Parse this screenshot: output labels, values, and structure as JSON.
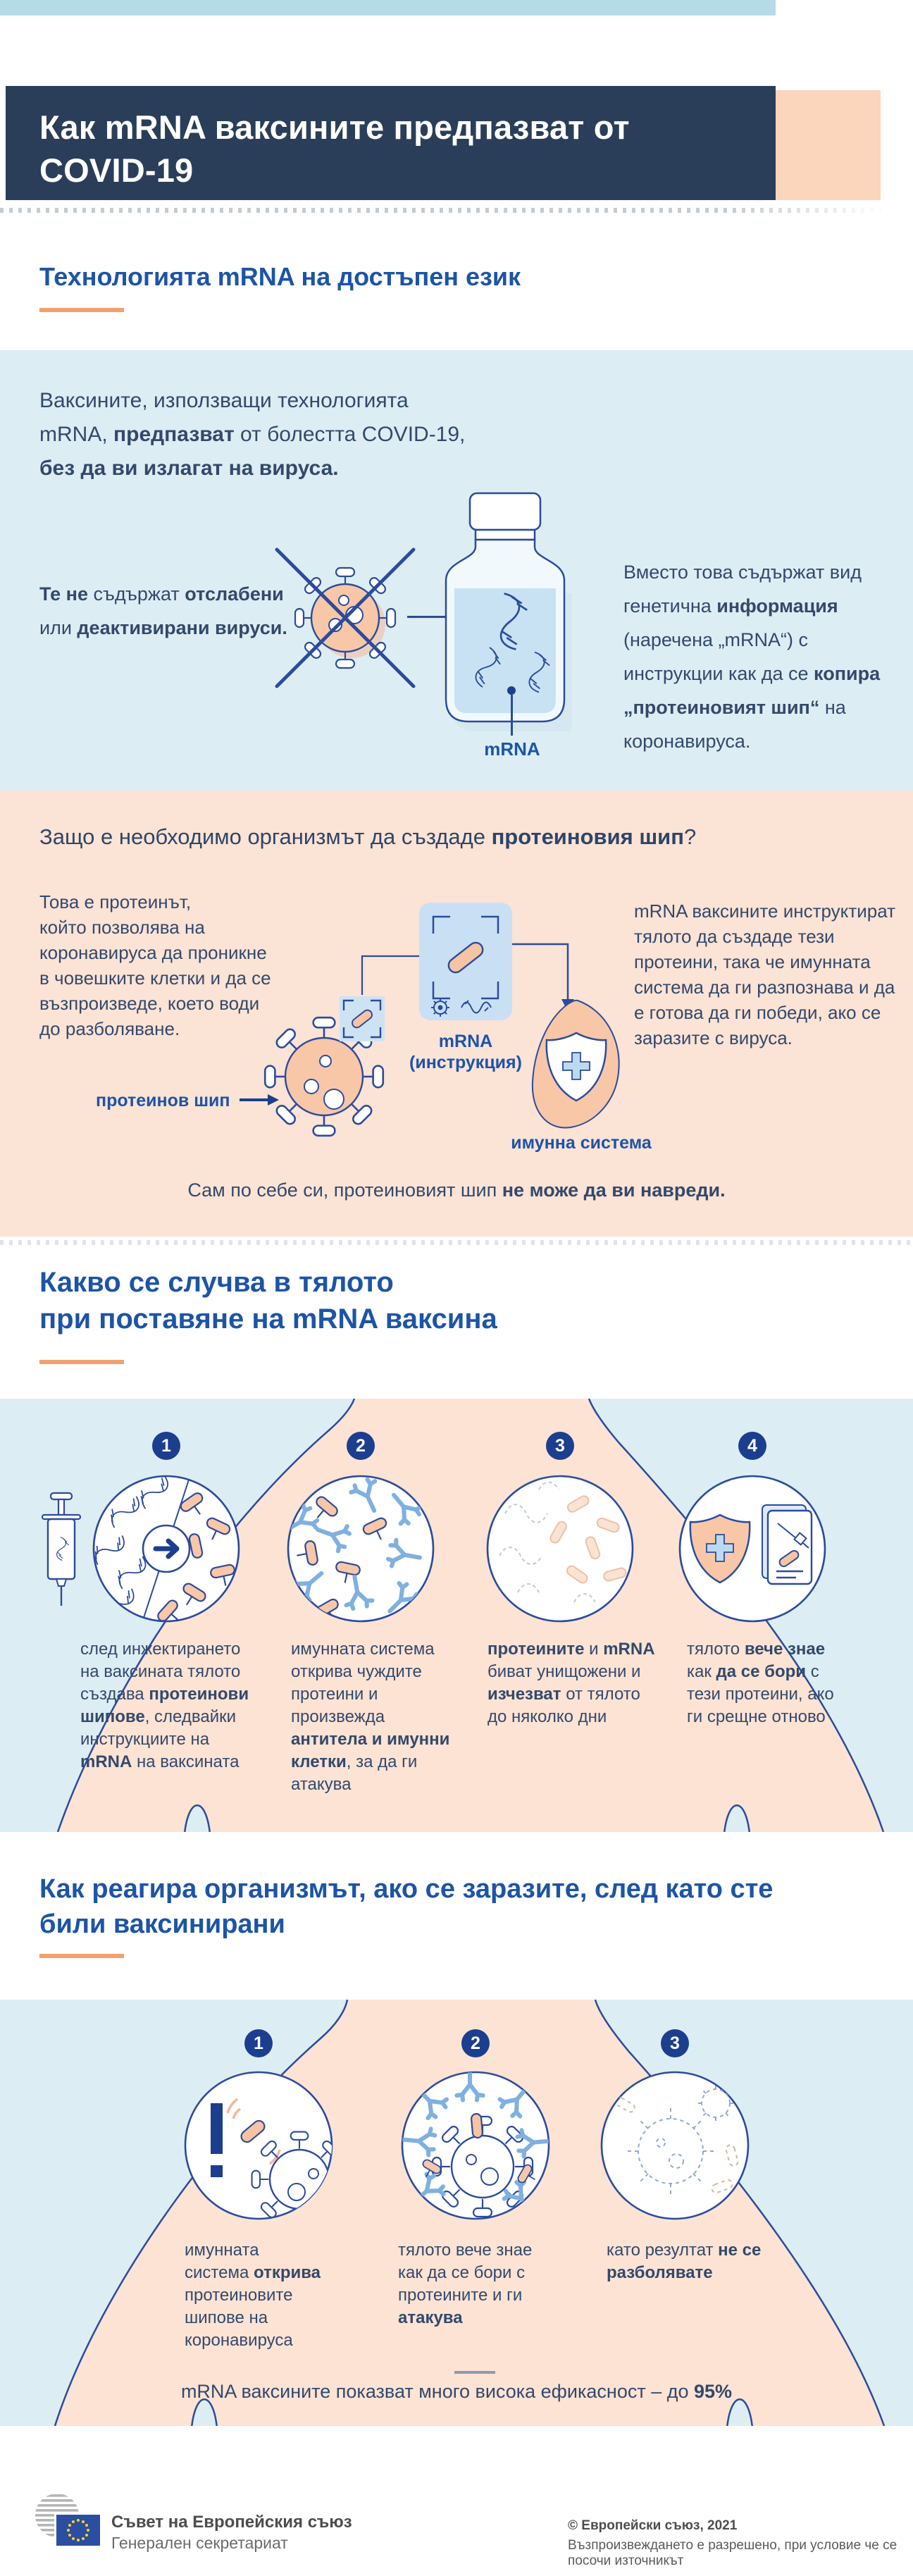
{
  "colors": {
    "navy_header": "#2b3e59",
    "teal_accent": "#b5dce6",
    "peach_accent": "#fcd5bd",
    "peach_bg": "#fbe3d5",
    "light_blue_bg": "#dceef3",
    "heading_blue": "#1d54a6",
    "text_navy": "#33496b",
    "outline_navy": "#2c4b9b",
    "accent_orange": "#f2a06e",
    "number_navy": "#1c3e8e",
    "capsule_peach": "#f8c7a8",
    "antibody_blue": "#7fb0e0",
    "flag_blue": "#2b4ea0",
    "star_yellow": "#ffd617"
  },
  "icons": {
    "crossed_virus": "coronavirus crossed out with X",
    "vaccine_vial": "vaccine vial with mRNA strands",
    "coronavirus": "coronavirus with spike proteins",
    "mrna_card": "mRNA instruction card with spike protein, gear and wave",
    "immune_shield": "shield with medical cross on immune blob",
    "syringe": "vaccine syringe",
    "antibody": "Y-shaped antibody",
    "exclamation": "exclamation mark alert",
    "vaccination_card": "vaccination record card",
    "council_logo": "Council of the EU logo with EU flag"
  },
  "header": {
    "title": [
      {
        "t": "Как mRNA ваксините предпазват от"
      },
      {
        "br": 1
      },
      {
        "t": "COVID-19"
      }
    ]
  },
  "tech": {
    "heading": "Технологията mRNA на достъпен език",
    "intro": [
      {
        "t": "Ваксините, използващи технологията"
      },
      {
        "br": 1
      },
      {
        "t": "mRNA, "
      },
      {
        "t": "предпазват",
        "b": 1
      },
      {
        "t": " от болестта COVID-19,"
      },
      {
        "br": 1
      },
      {
        "t": "без да ви излагат на вируса.",
        "b": 1
      }
    ],
    "no_virus_note": [
      {
        "t": "Те не",
        "b": 1
      },
      {
        "t": " съдържат "
      },
      {
        "t": "отслабени",
        "b": 1
      },
      {
        "br": 1
      },
      {
        "t": "или "
      },
      {
        "t": "деактивирани вируси.",
        "b": 1
      }
    ],
    "vial_label": "mRNA",
    "instead_note": [
      {
        "t": "Вместо това съдържат вид"
      },
      {
        "br": 1
      },
      {
        "t": "генетична "
      },
      {
        "t": "информация",
        "b": 1
      },
      {
        "br": 1
      },
      {
        "t": "(наречена „mRNA“) с"
      },
      {
        "br": 1
      },
      {
        "t": "инструкции как да се "
      },
      {
        "t": "копира",
        "b": 1
      },
      {
        "br": 1
      },
      {
        "t": "„протеиновият шип“",
        "b": 1
      },
      {
        "t": " на"
      },
      {
        "br": 1
      },
      {
        "t": "коронавируса."
      }
    ]
  },
  "why": {
    "heading": [
      {
        "t": "Защо е необходимо организмът да създаде "
      },
      {
        "t": "протеиновия шип",
        "b": 1
      },
      {
        "t": "?"
      }
    ],
    "left_text": [
      {
        "t": "Това е протеинът,"
      },
      {
        "br": 1
      },
      {
        "t": "който позволява на"
      },
      {
        "br": 1
      },
      {
        "t": "коронавируса да проникне"
      },
      {
        "br": 1
      },
      {
        "t": "в човешките клетки и да се"
      },
      {
        "br": 1
      },
      {
        "t": "възпроизведе, което води"
      },
      {
        "br": 1
      },
      {
        "t": "до разболяване."
      }
    ],
    "spike_label": "протеинов шип",
    "mrna_card_label": [
      {
        "t": "mRNA",
        "b": 1
      },
      {
        "br": 1
      },
      {
        "t": "(инструкция)",
        "b": 1
      }
    ],
    "immune_label": "имунна система",
    "right_text": [
      {
        "t": "mRNA ваксините инструктират"
      },
      {
        "br": 1
      },
      {
        "t": "тялото да създаде тези"
      },
      {
        "br": 1
      },
      {
        "t": "протеини, така че имунната"
      },
      {
        "br": 1
      },
      {
        "t": "система да ги разпознава и да"
      },
      {
        "br": 1
      },
      {
        "t": "е готова да ги победи, ако се"
      },
      {
        "br": 1
      },
      {
        "t": "заразите с вируса."
      }
    ],
    "note": [
      {
        "t": "Сам по себе си, протеиновият шип "
      },
      {
        "t": "не може да ви навреди.",
        "b": 1
      }
    ]
  },
  "what_happens": {
    "heading_line1": "Какво се случва в тялото",
    "heading_line2": "при поставяне на mRNA ваксина",
    "steps": [
      {
        "num": "1",
        "caption": [
          {
            "t": "след инжектирането"
          },
          {
            "br": 1
          },
          {
            "t": "на ваксината тялото"
          },
          {
            "br": 1
          },
          {
            "t": "създава "
          },
          {
            "t": "протеинови",
            "b": 1
          },
          {
            "br": 1
          },
          {
            "t": "шипове",
            "b": 1
          },
          {
            "t": ", следвайки"
          },
          {
            "br": 1
          },
          {
            "t": "инструкциите на"
          },
          {
            "br": 1
          },
          {
            "t": "mRNA",
            "b": 1
          },
          {
            "t": " на ваксината"
          }
        ]
      },
      {
        "num": "2",
        "caption": [
          {
            "t": "имунната система"
          },
          {
            "br": 1
          },
          {
            "t": "открива чуждите"
          },
          {
            "br": 1
          },
          {
            "t": "протеини и"
          },
          {
            "br": 1
          },
          {
            "t": "произвежда"
          },
          {
            "br": 1
          },
          {
            "t": "антитела и имунни",
            "b": 1
          },
          {
            "br": 1
          },
          {
            "t": "клетки",
            "b": 1
          },
          {
            "t": ", за да ги"
          },
          {
            "br": 1
          },
          {
            "t": "атакува"
          }
        ]
      },
      {
        "num": "3",
        "caption": [
          {
            "t": "протеините",
            "b": 1
          },
          {
            "t": " и "
          },
          {
            "t": "mRNA",
            "b": 1
          },
          {
            "br": 1
          },
          {
            "t": "биват унищожени и"
          },
          {
            "br": 1
          },
          {
            "t": "изчезват",
            "b": 1
          },
          {
            "t": " от тялото"
          },
          {
            "br": 1
          },
          {
            "t": "до няколко дни"
          }
        ]
      },
      {
        "num": "4",
        "caption": [
          {
            "t": "тялото "
          },
          {
            "t": "вече знае",
            "b": 1
          },
          {
            "br": 1
          },
          {
            "t": "как "
          },
          {
            "t": "да се бори",
            "b": 1
          },
          {
            "t": " с"
          },
          {
            "br": 1
          },
          {
            "t": "тези протеини, ако"
          },
          {
            "br": 1
          },
          {
            "t": "ги срещне отново"
          }
        ]
      }
    ]
  },
  "reaction": {
    "heading_line1": "Как реагира организмът, ако се заразите, след като сте",
    "heading_line2": "били ваксинирани",
    "steps": [
      {
        "num": "1",
        "caption": [
          {
            "t": "имунната"
          },
          {
            "br": 1
          },
          {
            "t": "система "
          },
          {
            "t": "открива",
            "b": 1
          },
          {
            "br": 1
          },
          {
            "t": "протеиновите"
          },
          {
            "br": 1
          },
          {
            "t": "шипове на"
          },
          {
            "br": 1
          },
          {
            "t": "коронавируса"
          }
        ]
      },
      {
        "num": "2",
        "caption": [
          {
            "t": "тялото вече знае"
          },
          {
            "br": 1
          },
          {
            "t": "как да се бори с"
          },
          {
            "br": 1
          },
          {
            "t": "протеините и ги"
          },
          {
            "br": 1
          },
          {
            "t": "атакува",
            "b": 1
          }
        ]
      },
      {
        "num": "3",
        "caption": [
          {
            "t": "като резултат "
          },
          {
            "t": "не се",
            "b": 1
          },
          {
            "br": 1
          },
          {
            "t": "разболявате",
            "b": 1
          }
        ]
      }
    ],
    "efficacy": [
      {
        "t": "mRNA ваксините показват много висока ефикасност – до "
      },
      {
        "t": "95%",
        "b": 1
      }
    ]
  },
  "footer": {
    "org_name": "Съвет на Европейския съюз",
    "org_dept": "Генерален секретариат",
    "copyright": "© Европейски съюз, 2021",
    "license": "Възпроизвеждането е разрешено, при условие че се посочи източникът"
  }
}
